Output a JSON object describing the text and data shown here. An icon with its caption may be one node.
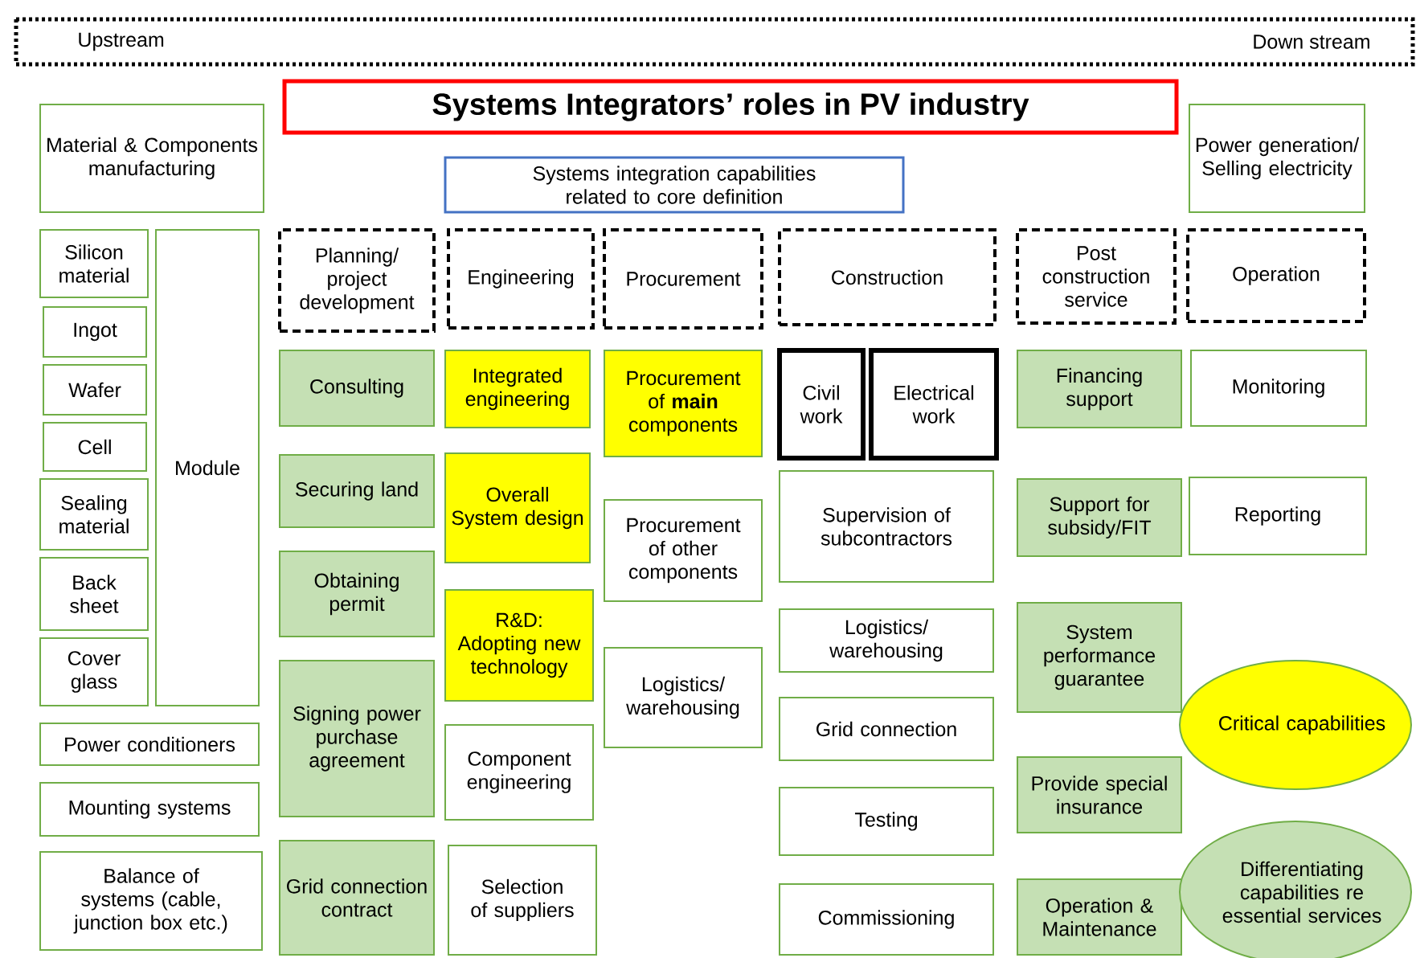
{
  "diagram": {
    "title": "Systems Integrators’ roles in PV industry",
    "nodes": [
      {
        "text": [
          "Upstream",
          "Down stream"
        ]
      },
      {
        "text": [
          "Systems integration capabilities related to core definition"
        ]
      },
      {
        "text": [
          "Material & Components manufacturing"
        ]
      },
      {
        "text": [
          "Power generation/ Selling electricity"
        ]
      },
      {
        "text": [
          "Silicon material"
        ]
      },
      {
        "text": [
          "Ingot"
        ]
      },
      {
        "text": [
          "Wafer"
        ]
      },
      {
        "text": [
          "Cell"
        ]
      },
      {
        "text": [
          "Sealing material"
        ]
      },
      {
        "text": [
          "Back sheet"
        ]
      },
      {
        "text": [
          "Cover glass"
        ]
      },
      {
        "text": [
          "Module"
        ]
      },
      {
        "text": [
          "Power conditioners"
        ]
      },
      {
        "text": [
          "Mounting systems"
        ]
      },
      {
        "text": [
          "Balance of systems (cable, junction box etc.)"
        ]
      },
      {
        "text": [
          "Planning/ project development"
        ]
      },
      {
        "text": [
          "Consulting"
        ]
      },
      {
        "text": [
          "Securing land"
        ]
      },
      {
        "text": [
          "Obtaining permit"
        ]
      },
      {
        "text": [
          "Signing power purchase agreement"
        ]
      },
      {
        "text": [
          "Grid connection contract"
        ]
      },
      {
        "text": [
          "Engineering"
        ]
      },
      {
        "text": [
          "Integrated engineering"
        ]
      },
      {
        "text": [
          "Overall System design"
        ]
      },
      {
        "text": [
          "R&D: Adopting new technology"
        ]
      },
      {
        "text": [
          "Component engineering"
        ]
      },
      {
        "text": [
          "Selection of suppliers"
        ]
      },
      {
        "text": [
          "Procurement"
        ]
      },
      {
        "text": [
          "Procurement of **main** components"
        ]
      },
      {
        "text": [
          "Procurement of other components"
        ]
      },
      {
        "text": [
          "Logistics/ warehousing"
        ]
      },
      {
        "text": [
          "Construction"
        ]
      },
      {
        "text": [
          "Civil work"
        ]
      },
      {
        "text": [
          "Electrical work"
        ]
      },
      {
        "text": [
          "Supervision of subcontractors"
        ]
      },
      {
        "text": [
          "Logistics/ warehousing"
        ]
      },
      {
        "text": [
          "Grid connection"
        ]
      },
      {
        "text": [
          "Testing"
        ]
      },
      {
        "text": [
          "Commissioning"
        ]
      },
      {
        "text": [
          "Post construction service"
        ]
      },
      {
        "text": [
          "Financing support"
        ]
      },
      {
        "text": [
          "Support for subsidy/FIT"
        ]
      },
      {
        "text": [
          "System performance guarantee"
        ]
      },
      {
        "text": [
          "Provide special insurance"
        ]
      },
      {
        "text": [
          "Operation & Maintenance"
        ]
      },
      {
        "text": [
          "Operation"
        ]
      },
      {
        "text": [
          "Monitoring"
        ]
      },
      {
        "text": [
          "Reporting"
        ]
      }
    ],
    "legend": [
      {
        "text": "Critical capabilities",
        "color": "#ffff00"
      },
      {
        "text": "Differentiating capabilities re essential services",
        "color": "#c5e0b4"
      }
    ]
  }
}
